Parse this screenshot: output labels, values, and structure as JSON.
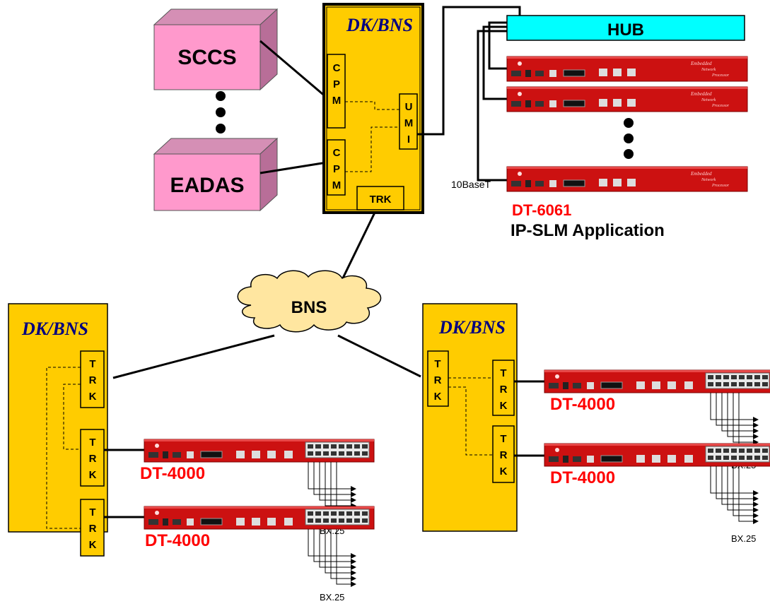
{
  "servers": [
    {
      "label": "SCCS"
    },
    {
      "label": "EADAS"
    }
  ],
  "nodes": {
    "top": {
      "title": "DK/BNS",
      "cpm_letters": [
        "C",
        "P",
        "M"
      ],
      "umi_letters": [
        "U",
        "M",
        "I"
      ],
      "trk_label": "TRK"
    },
    "left": {
      "title": "DK/BNS",
      "trk_letters": [
        "T",
        "R",
        "K"
      ]
    },
    "right": {
      "title": "DK/BNS",
      "trk_letters": [
        "T",
        "R",
        "K"
      ]
    }
  },
  "hub": {
    "label": "HUB"
  },
  "cloud": {
    "label": "BNS"
  },
  "dt6061": {
    "name": "DT-6061",
    "subtitle": "IP-SLM Application",
    "ethernet_label": "10BaseT",
    "panel_text": [
      "Embedded",
      "Network",
      "Processor"
    ],
    "model_tag": "DT-6061"
  },
  "dt4000": {
    "name": "DT-4000",
    "bx_label": "BX.25",
    "model_tag": "DT-4000"
  },
  "colors": {
    "node_fill": "#ffcc00",
    "server_fill": "#ff99cc",
    "hub_fill": "#00ffff",
    "device_red": "#cc1111",
    "label_red": "#ff0000",
    "title_blue": "#000080",
    "cloud_fill": "#ffe6a0"
  }
}
